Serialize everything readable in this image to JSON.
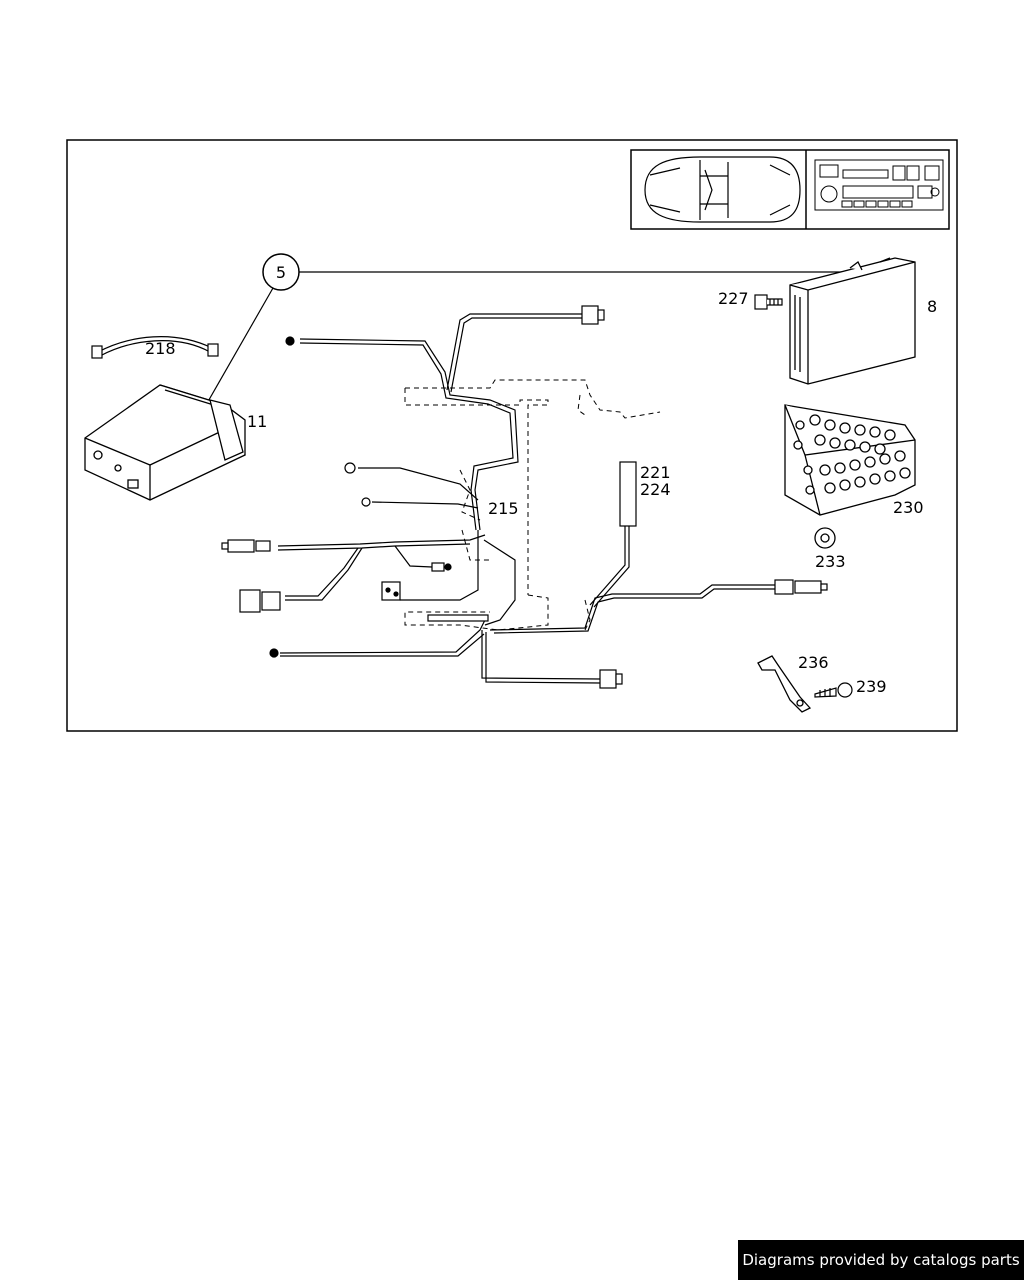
{
  "parts": {
    "group_callout": "5",
    "p227": "227",
    "p8": "8",
    "p218": "218",
    "p11": "11",
    "p221": "221",
    "p224": "224",
    "p215": "215",
    "p230": "230",
    "p233": "233",
    "p236": "236",
    "p239": "239"
  },
  "footer": {
    "credit": "Diagrams provided by catalogs parts"
  }
}
